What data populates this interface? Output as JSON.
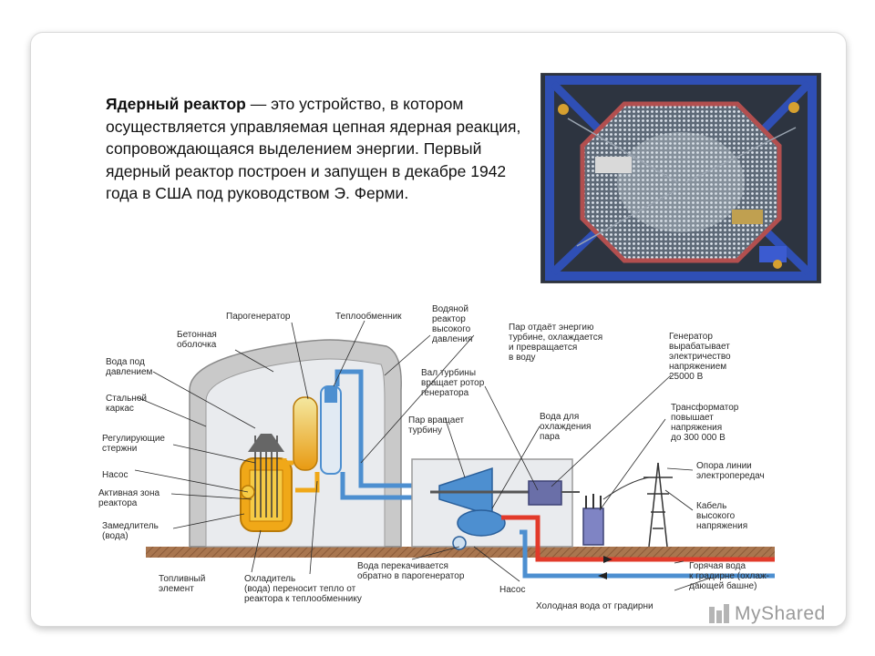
{
  "intro": {
    "term": "Ядерный реактор",
    "definition": " — это устройство, в котором осуществляется управляемая цепная ядерная реакция, сопровождающаяся выделением энергии. Первый ядерный реактор построен и запущен в декабре 1942 года в США под руководством Э. Ферми."
  },
  "labels": {
    "parogenerator": "Парогенератор",
    "teploobmennik": "Теплообменник",
    "vodyanoy": [
      "Водяной",
      "реактор",
      "высокого",
      "давления"
    ],
    "par_otdaet": [
      "Пар отдаёт энергию",
      "турбине, охлаждается",
      "и превращается",
      "в воду"
    ],
    "generator": [
      "Генератор",
      "вырабатывает",
      "электричество",
      "напряжением",
      "25000 В"
    ],
    "betonnaya": [
      "Бетонная",
      "оболочка"
    ],
    "voda_pod": [
      "Вода под",
      "давлением"
    ],
    "stalnoy": [
      "Стальной",
      "каркас"
    ],
    "reguliruyushchie": [
      "Регулирующие",
      "стержни"
    ],
    "nasos_left": "Насос",
    "aktivnaya": [
      "Активная зона",
      "реактора"
    ],
    "zamedlitel": [
      "Замедлитель",
      "(вода)"
    ],
    "val_turbiny": [
      "Вал турбины",
      "вращает ротор",
      "генератора"
    ],
    "par_vrashchaet": [
      "Пар вращает",
      "турбину"
    ],
    "voda_dlya": [
      "Вода для",
      "охлаждения",
      "пара"
    ],
    "transformator": [
      "Трансформатор",
      "повышает",
      "напряжения",
      "до 300 000 В"
    ],
    "opora": [
      "Опора линии",
      "электропередач"
    ],
    "kabel": [
      "Кабель",
      "высокого",
      "напряжения"
    ],
    "toplivny": [
      "Топливный",
      "элемент"
    ],
    "ohladitel": [
      "Охладитель",
      "(вода) переносит тепло от",
      "реактора к теплообменнику"
    ],
    "voda_perekachivaetsya": [
      "Вода перекачивается",
      "обратно в парогенератор"
    ],
    "nasos_bottom": "Насос",
    "goryachaya": [
      "Горячая вода",
      "к градирне (охлаж-",
      "дающей башне)"
    ],
    "holodnaya": "Холодная вода от градирни"
  },
  "watermark": "MyShared",
  "colors": {
    "concrete": "#c9c9c9",
    "chamber": "#e9ebee",
    "hot_water": "#e23a2a",
    "cold_water": "#4d8fd0",
    "reactor_core": "#f0a818",
    "ground": "#a9764f"
  }
}
